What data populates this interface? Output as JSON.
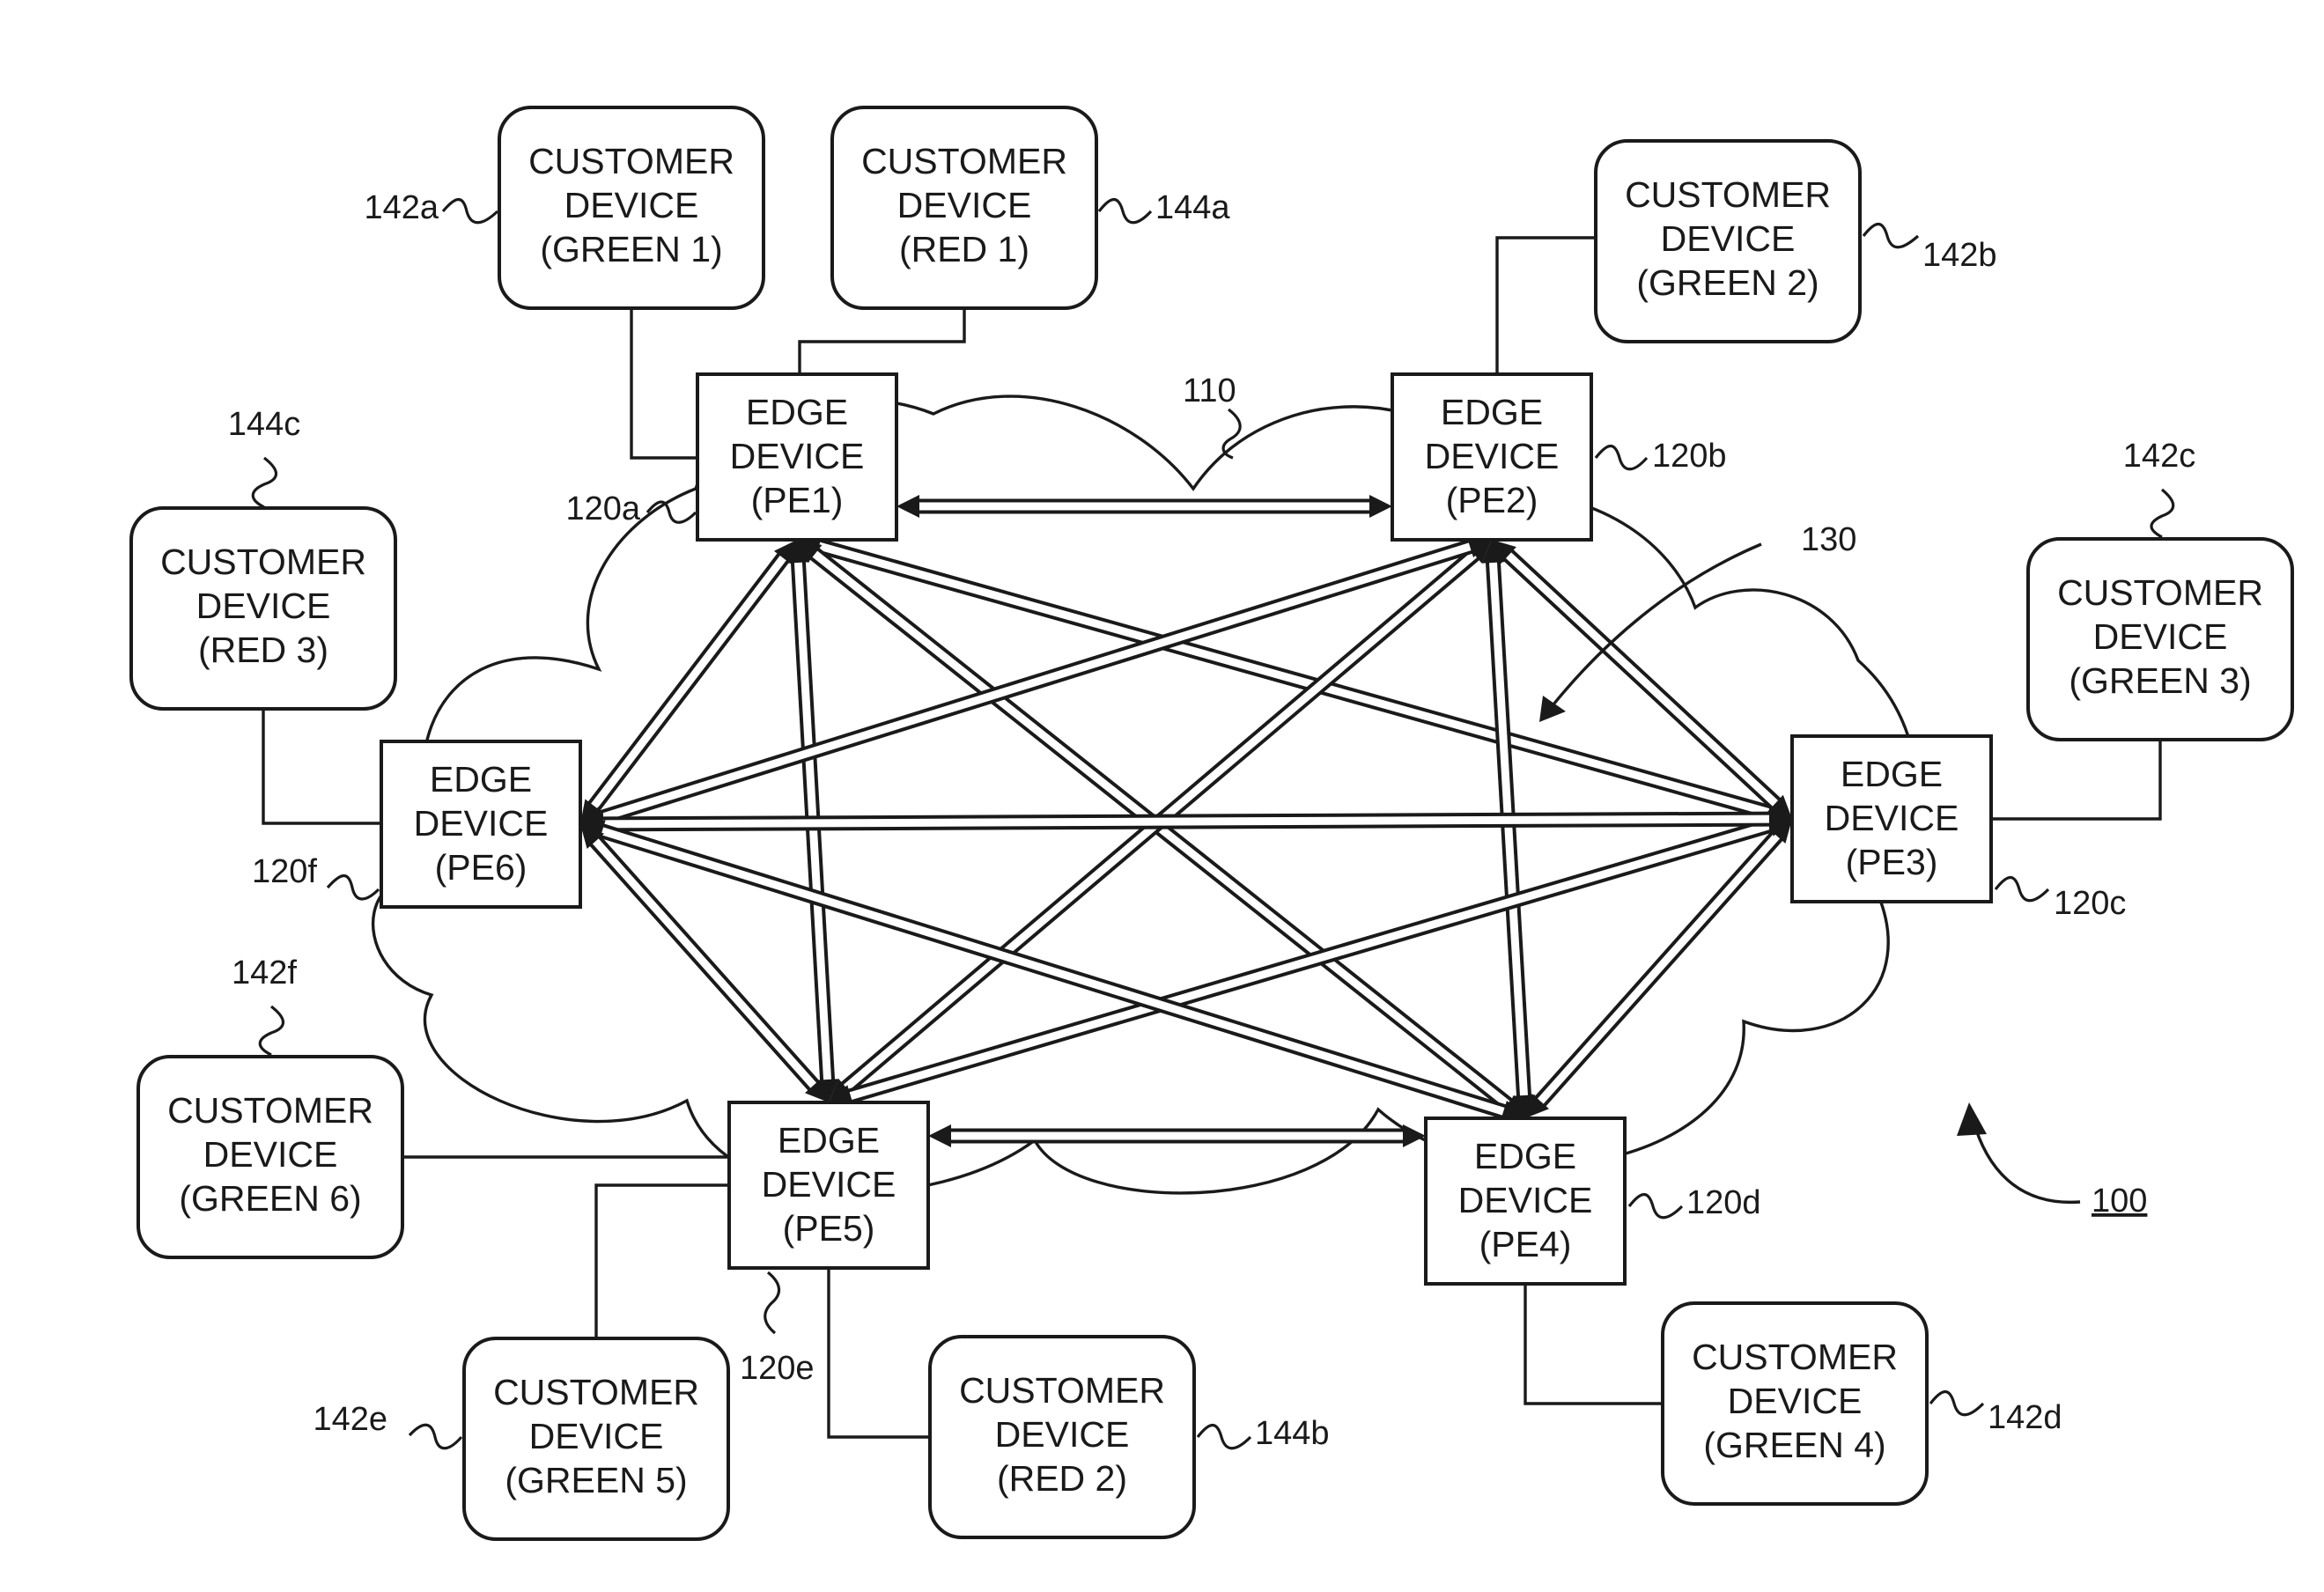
{
  "network": {
    "ref": "110"
  },
  "mesh": {
    "ref": "130"
  },
  "system": {
    "ref": "100"
  },
  "edge_devices": [
    {
      "id": "pe1",
      "lines": [
        "EDGE",
        "DEVICE",
        "(PE1)"
      ],
      "ref": "120a"
    },
    {
      "id": "pe2",
      "lines": [
        "EDGE",
        "DEVICE",
        "(PE2)"
      ],
      "ref": "120b"
    },
    {
      "id": "pe3",
      "lines": [
        "EDGE",
        "DEVICE",
        "(PE3)"
      ],
      "ref": "120c"
    },
    {
      "id": "pe4",
      "lines": [
        "EDGE",
        "DEVICE",
        "(PE4)"
      ],
      "ref": "120d"
    },
    {
      "id": "pe5",
      "lines": [
        "EDGE",
        "DEVICE",
        "(PE5)"
      ],
      "ref": "120e"
    },
    {
      "id": "pe6",
      "lines": [
        "EDGE",
        "DEVICE",
        "(PE6)"
      ],
      "ref": "120f"
    }
  ],
  "customer_devices": [
    {
      "id": "green1",
      "lines": [
        "CUSTOMER",
        "DEVICE",
        "(GREEN 1)"
      ],
      "ref": "142a",
      "edge": "pe1"
    },
    {
      "id": "red1",
      "lines": [
        "CUSTOMER",
        "DEVICE",
        "(RED 1)"
      ],
      "ref": "144a",
      "edge": "pe1"
    },
    {
      "id": "green2",
      "lines": [
        "CUSTOMER",
        "DEVICE",
        "(GREEN 2)"
      ],
      "ref": "142b",
      "edge": "pe2"
    },
    {
      "id": "red3",
      "lines": [
        "CUSTOMER",
        "DEVICE",
        "(RED 3)"
      ],
      "ref": "144c",
      "edge": "pe6"
    },
    {
      "id": "green3",
      "lines": [
        "CUSTOMER",
        "DEVICE",
        "(GREEN 3)"
      ],
      "ref": "142c",
      "edge": "pe3"
    },
    {
      "id": "green6",
      "lines": [
        "CUSTOMER",
        "DEVICE",
        "(GREEN 6)"
      ],
      "ref": "142f",
      "edge": "pe5"
    },
    {
      "id": "green5",
      "lines": [
        "CUSTOMER",
        "DEVICE",
        "(GREEN 5)"
      ],
      "ref": "142e",
      "edge": "pe5"
    },
    {
      "id": "red2",
      "lines": [
        "CUSTOMER",
        "DEVICE",
        "(RED 2)"
      ],
      "ref": "144b",
      "edge": "pe5"
    },
    {
      "id": "green4",
      "lines": [
        "CUSTOMER",
        "DEVICE",
        "(GREEN 4)"
      ],
      "ref": "142d",
      "edge": "pe4"
    }
  ],
  "mesh_links": [
    [
      "pe1",
      "pe2"
    ],
    [
      "pe1",
      "pe3"
    ],
    [
      "pe1",
      "pe4"
    ],
    [
      "pe1",
      "pe5"
    ],
    [
      "pe1",
      "pe6"
    ],
    [
      "pe2",
      "pe3"
    ],
    [
      "pe2",
      "pe4"
    ],
    [
      "pe2",
      "pe5"
    ],
    [
      "pe2",
      "pe6"
    ],
    [
      "pe3",
      "pe4"
    ],
    [
      "pe3",
      "pe5"
    ],
    [
      "pe3",
      "pe6"
    ],
    [
      "pe4",
      "pe5"
    ],
    [
      "pe4",
      "pe6"
    ],
    [
      "pe5",
      "pe6"
    ]
  ]
}
